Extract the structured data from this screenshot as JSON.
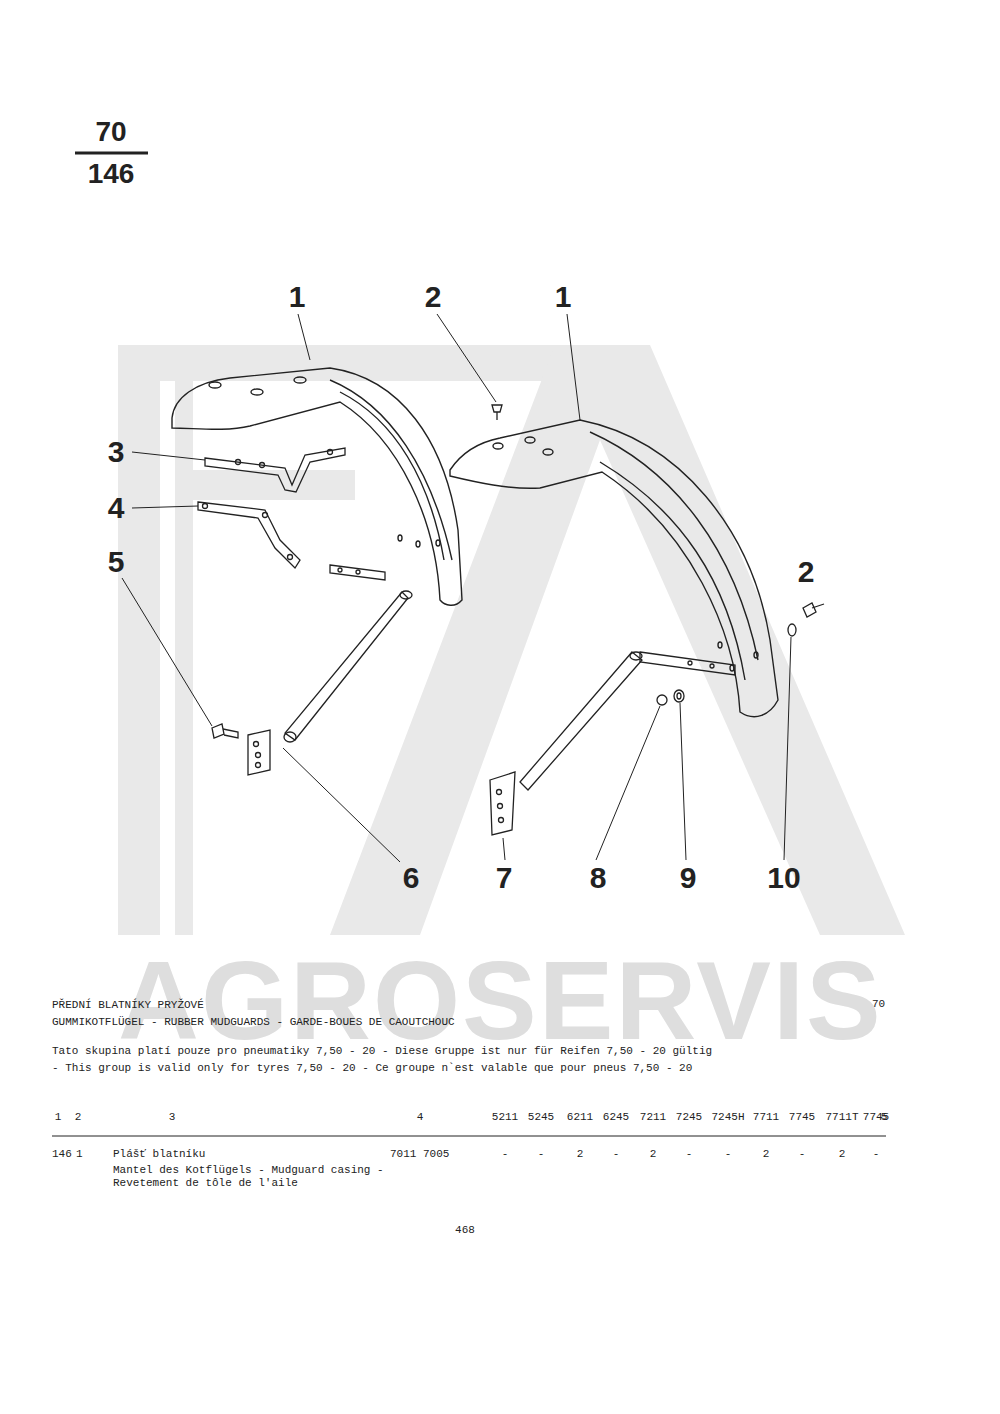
{
  "diagram": {
    "title": "PŘEDNÍ BLATNÍKY PRYŽOVÉ",
    "labels": [
      "70",
      "146",
      "1",
      "2",
      "1",
      "3",
      "4",
      "5",
      "2",
      "6",
      "7",
      "8",
      "9",
      "10",
      "AGROSERVIS",
      "GUMMIKOTFLÜGEL - RUBBER MUDGUARDS - GARDE-BOUES DE CAOUTCHOUC",
      "70",
      "Tato skupina platí pouze pro pneumatiky 7,50 - 20 - Diese Gruppe ist nur für Reifen 7,50 - 20 gültig",
      "- This group is valid only for tyres 7,50 - 20 - Ce groupe n`est valable que pour pneus 7,50 - 20",
      "1",
      "2",
      "3",
      "4",
      "5211",
      "5245",
      "6211",
      "6245",
      "7211",
      "7245",
      "7245H",
      "7711",
      "7745",
      "7711T",
      "7745",
      "5",
      "146",
      "1",
      "Plášť blatníku",
      "7011 7005",
      "-",
      "-",
      "2",
      "-",
      "2",
      "-",
      "-",
      "2",
      "-",
      "2",
      "-",
      "Mantel des Kotflügels - Mudguard casing - Revetement de tôle de l'aile",
      "468"
    ]
  }
}
